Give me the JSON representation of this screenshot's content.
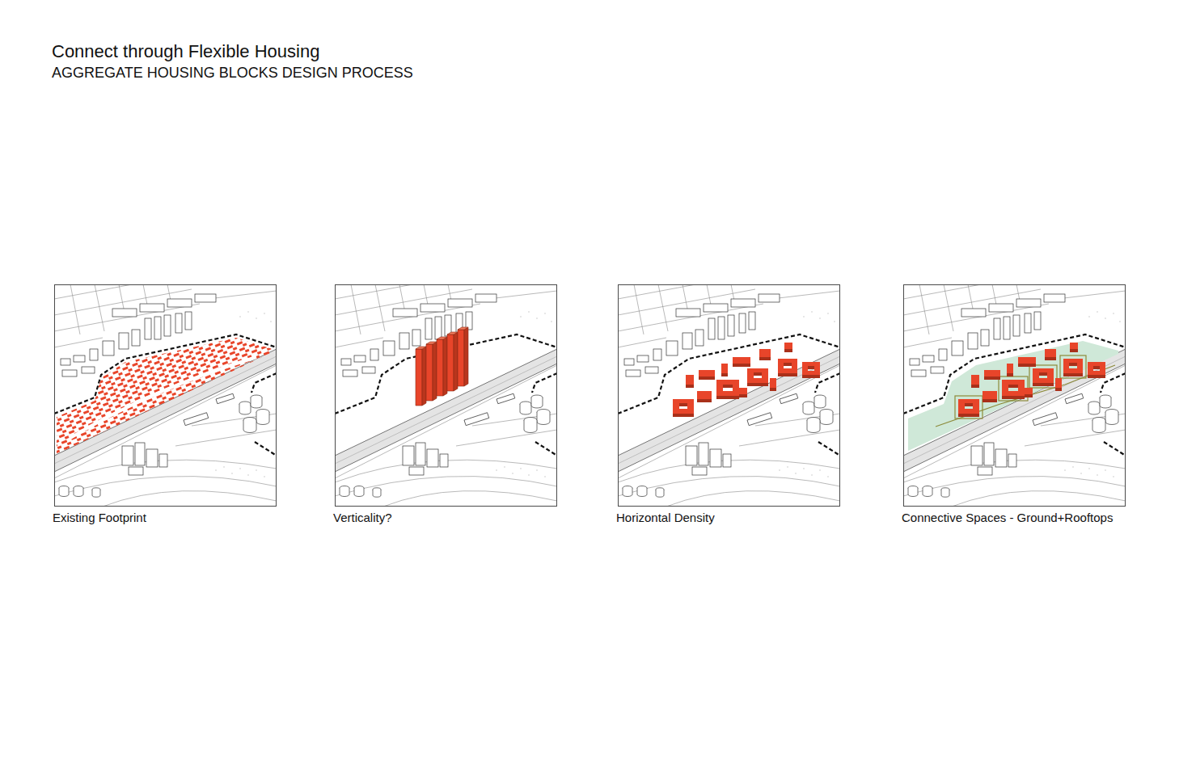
{
  "diagram": {
    "title": "Connect through Flexible Housing",
    "nodes": [
      {
        "text": [
          "Existing Footprint"
        ]
      },
      {
        "text": [
          "Verticality?"
        ]
      },
      {
        "text": [
          "Horizontal Density"
        ]
      },
      {
        "text": [
          "Connective Spaces - Ground+Rooftops"
        ]
      }
    ],
    "labels": [
      "AGGREGATE HOUSING BLOCKS DESIGN PROCESS"
    ]
  }
}
